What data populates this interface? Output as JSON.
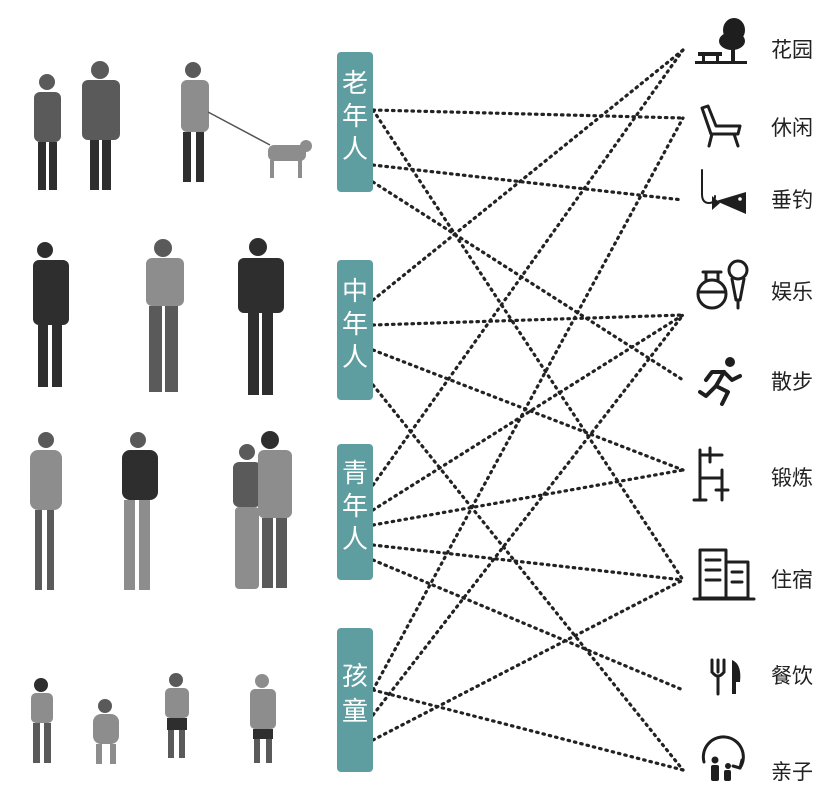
{
  "groups": [
    {
      "id": "elderly",
      "label": "老年人"
    },
    {
      "id": "middle",
      "label": "中年人"
    },
    {
      "id": "youth",
      "label": "青年人"
    },
    {
      "id": "children",
      "label": "孩童"
    }
  ],
  "activities": [
    {
      "id": "garden",
      "label": "花园",
      "icon": "garden-bench-tree-icon"
    },
    {
      "id": "leisure",
      "label": "休闲",
      "icon": "lounge-chair-icon"
    },
    {
      "id": "fishing",
      "label": "垂钓",
      "icon": "fishing-hook-fish-icon"
    },
    {
      "id": "entertainment",
      "label": "娱乐",
      "icon": "drink-microphone-icon"
    },
    {
      "id": "walking",
      "label": "散步",
      "icon": "running-person-icon"
    },
    {
      "id": "exercise",
      "label": "锻炼",
      "icon": "fitness-equipment-icon"
    },
    {
      "id": "lodging",
      "label": "住宿",
      "icon": "building-icon"
    },
    {
      "id": "dining",
      "label": "餐饮",
      "icon": "fork-knife-icon"
    },
    {
      "id": "family",
      "label": "亲子",
      "icon": "parent-child-icon"
    }
  ],
  "links": [
    [
      "elderly",
      "leisure"
    ],
    [
      "elderly",
      "fishing"
    ],
    [
      "elderly",
      "walking"
    ],
    [
      "elderly",
      "lodging"
    ],
    [
      "middle",
      "garden"
    ],
    [
      "middle",
      "entertainment"
    ],
    [
      "middle",
      "exercise"
    ],
    [
      "middle",
      "family"
    ],
    [
      "youth",
      "garden"
    ],
    [
      "youth",
      "entertainment"
    ],
    [
      "youth",
      "exercise"
    ],
    [
      "youth",
      "lodging"
    ],
    [
      "youth",
      "dining"
    ],
    [
      "children",
      "leisure"
    ],
    [
      "children",
      "entertainment"
    ],
    [
      "children",
      "lodging"
    ],
    [
      "children",
      "family"
    ]
  ],
  "colors": {
    "group_box": "#5f9ea0",
    "link": "#222222"
  }
}
